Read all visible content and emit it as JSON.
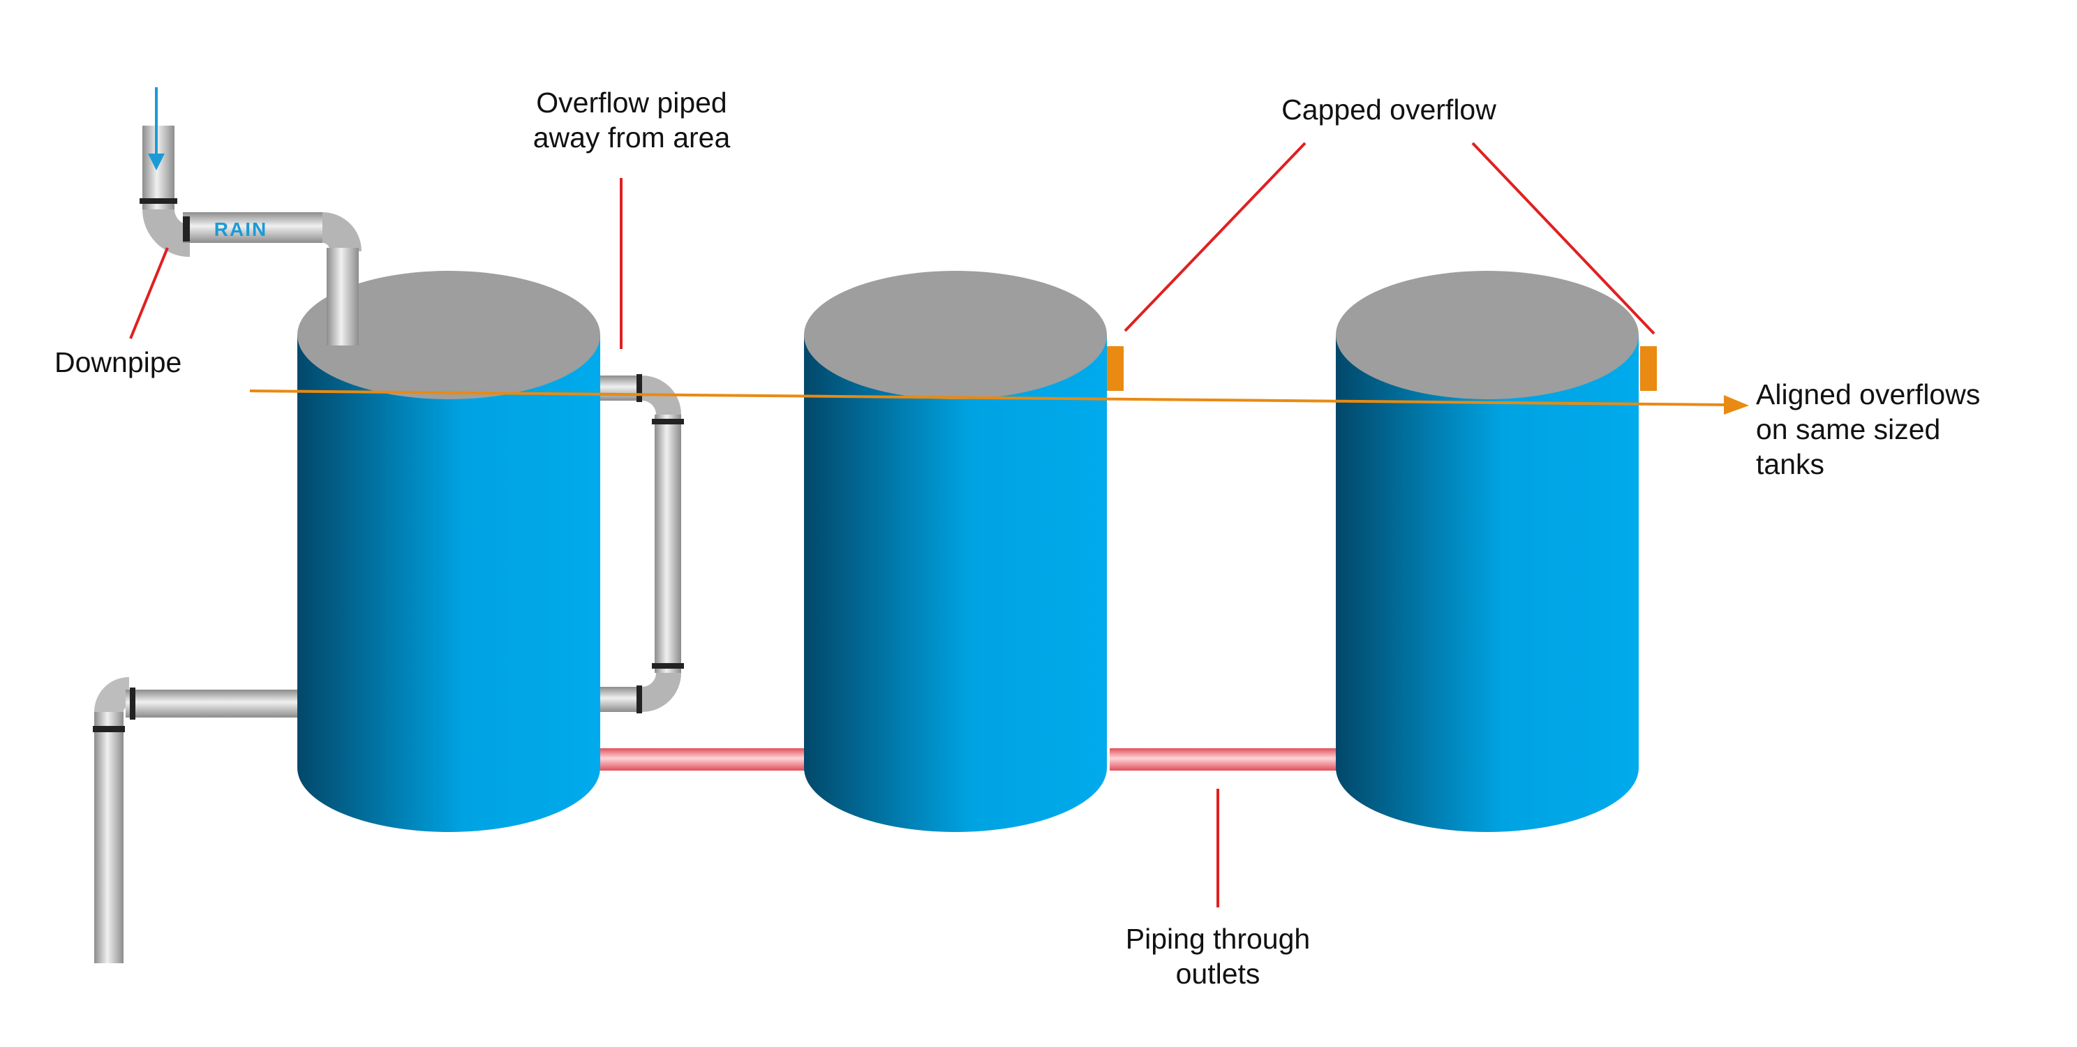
{
  "labels": {
    "downpipe": "Downpipe",
    "rain": "RAIN",
    "overflow_piped": [
      "Overflow piped",
      "away from area"
    ],
    "capped_overflow": "Capped overflow",
    "aligned_overflows": [
      "Aligned overflows",
      "on same sized",
      "tanks"
    ],
    "piping_through": [
      "Piping through",
      "outlets"
    ]
  },
  "colors": {
    "tank_dark": "#02486a",
    "tank_light": "#00aaec",
    "tank_top": "#9e9e9e",
    "pipe_light": "#e6e6e6",
    "pipe_dark": "#8c8c8c",
    "outlet_pipe": "#ee5a64",
    "callout_line": "#e02020",
    "alignment_line": "#e98a12",
    "cap": "#e98a12",
    "rain_arrow": "#1a9bd6"
  }
}
